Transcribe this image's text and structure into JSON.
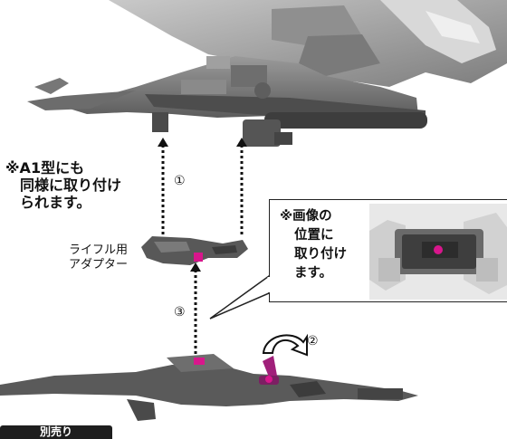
{
  "note_left": {
    "line1": "※A1型にも",
    "line2": "同様に取り付け",
    "line3": "られます。"
  },
  "callout": {
    "line1": "※画像の",
    "line2": "位置に",
    "line3": "取り付け",
    "line4": "ます。"
  },
  "adapter_label": {
    "line1": "ライフル用",
    "line2": "アダプター"
  },
  "steps": {
    "one": "①",
    "two": "②",
    "three": "③"
  },
  "tab_label": "別売り",
  "colors": {
    "accent": "#d8168c",
    "ink": "#1e1e1e"
  }
}
